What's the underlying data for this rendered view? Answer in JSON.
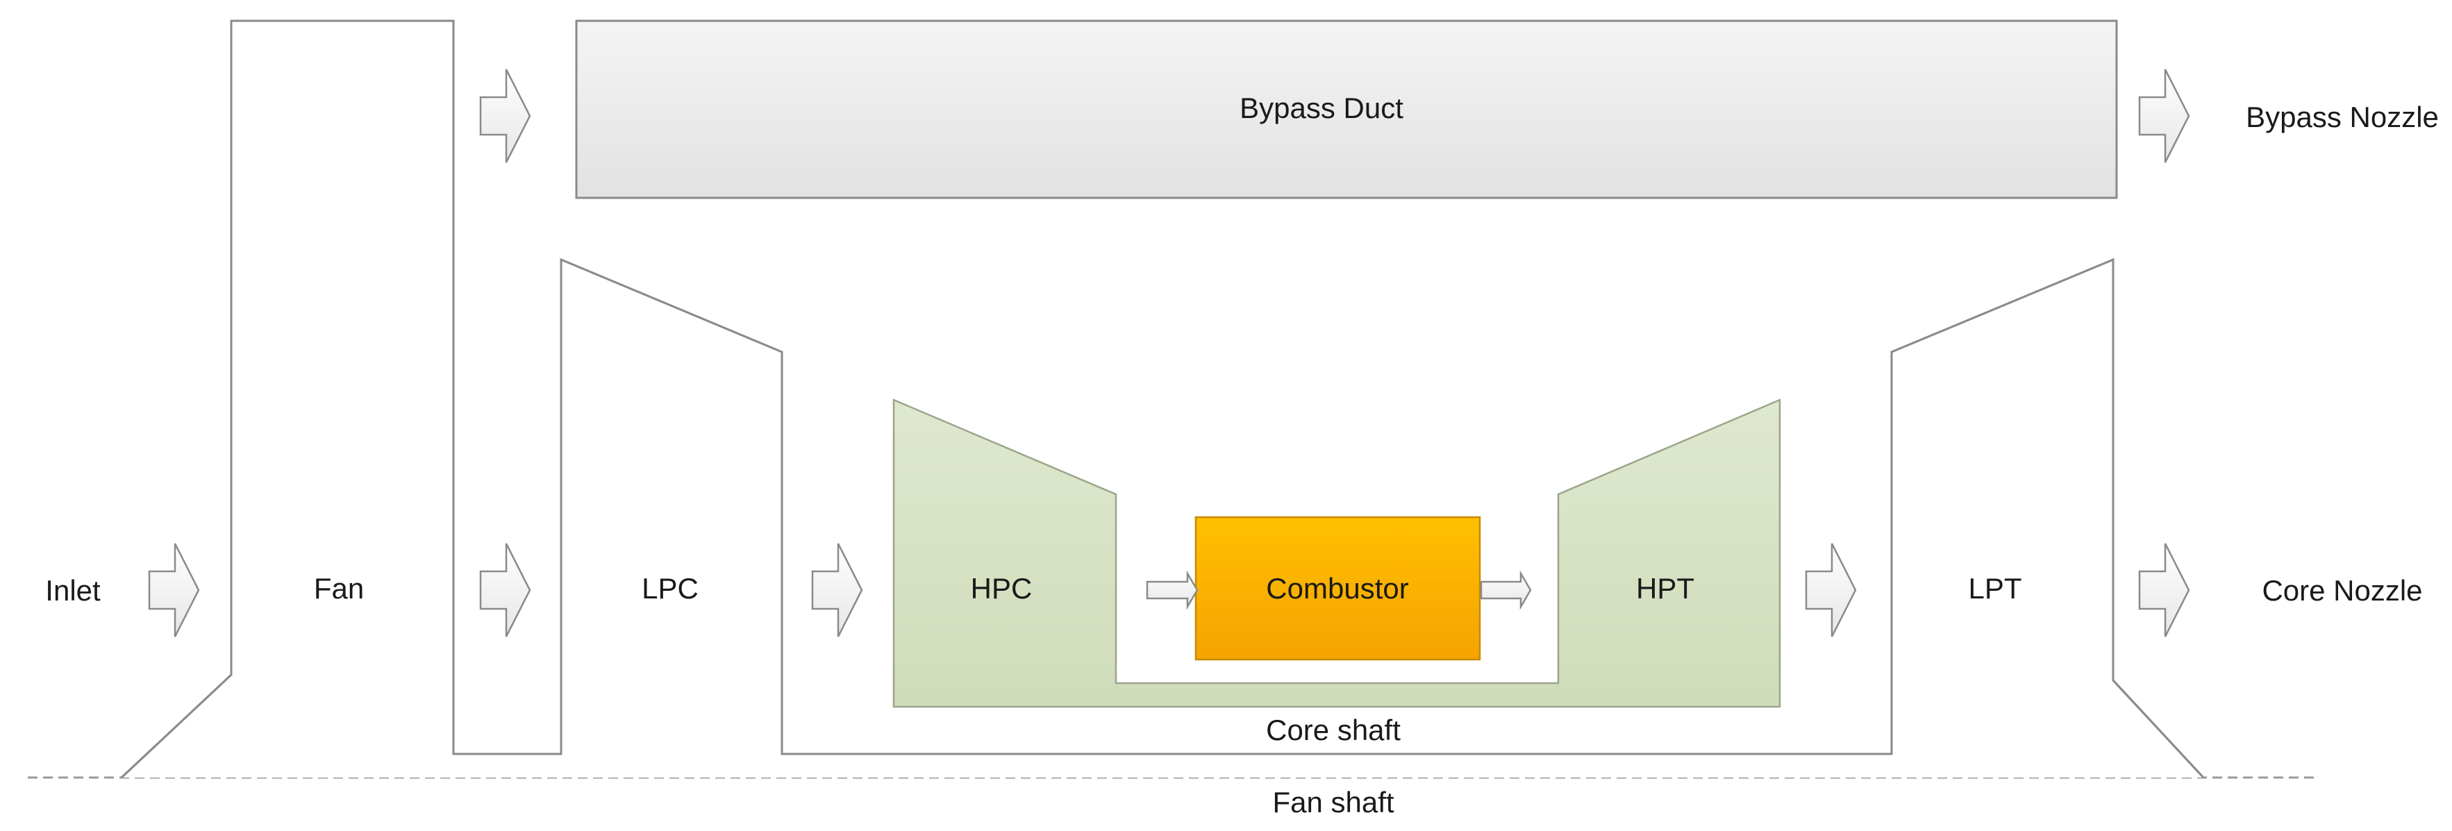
{
  "components": {
    "inlet": "Inlet",
    "fan": "Fan",
    "bypass_duct": "Bypass Duct",
    "bypass_nozzle": "Bypass Nozzle",
    "lpc": "LPC",
    "hpc": "HPC",
    "combustor": "Combustor",
    "hpt": "HPT",
    "lpt": "LPT",
    "core_nozzle": "Core Nozzle",
    "core_shaft": "Core shaft",
    "fan_shaft": "Fan shaft"
  },
  "colors": {
    "outline": "#8a8a8a",
    "bypass_fill_top": "#f4f4f4",
    "bypass_fill_bottom": "#e2e2e2",
    "hp_spool_fill_top": "#dfe8cf",
    "hp_spool_fill_bottom": "#cfdcb8",
    "combustor_fill_top": "#ffc000",
    "combustor_fill_bottom": "#f5a300",
    "arrow_fill": "#f2f2f2"
  }
}
